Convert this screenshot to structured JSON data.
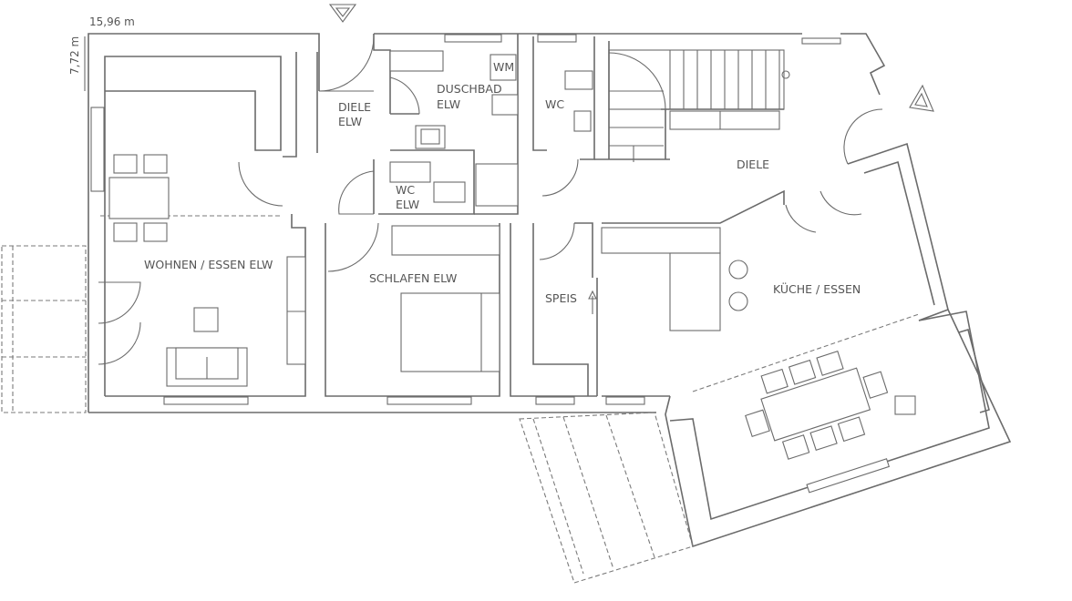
{
  "plan": {
    "dimensions": {
      "width": "15,96 m",
      "depth": "7,72 m"
    },
    "rooms": [
      {
        "id": "diele-elw",
        "lines": [
          "DIELE",
          "ELW"
        ]
      },
      {
        "id": "duschbad-elw",
        "lines": [
          "DUSCHBAD",
          "ELW"
        ]
      },
      {
        "id": "wm",
        "lines": [
          "WM"
        ]
      },
      {
        "id": "wc-upper",
        "lines": [
          "WC"
        ]
      },
      {
        "id": "wc-elw",
        "lines": [
          "WC",
          "ELW"
        ]
      },
      {
        "id": "diele",
        "lines": [
          "DIELE"
        ]
      },
      {
        "id": "wohnen-essen-elw",
        "lines": [
          "WOHNEN / ESSEN ELW"
        ]
      },
      {
        "id": "schlafen-elw",
        "lines": [
          "SCHLAFEN ELW"
        ]
      },
      {
        "id": "speis",
        "lines": [
          "SPEIS"
        ]
      },
      {
        "id": "kueche-essen",
        "lines": [
          "KÜCHE / ESSEN"
        ]
      }
    ]
  }
}
